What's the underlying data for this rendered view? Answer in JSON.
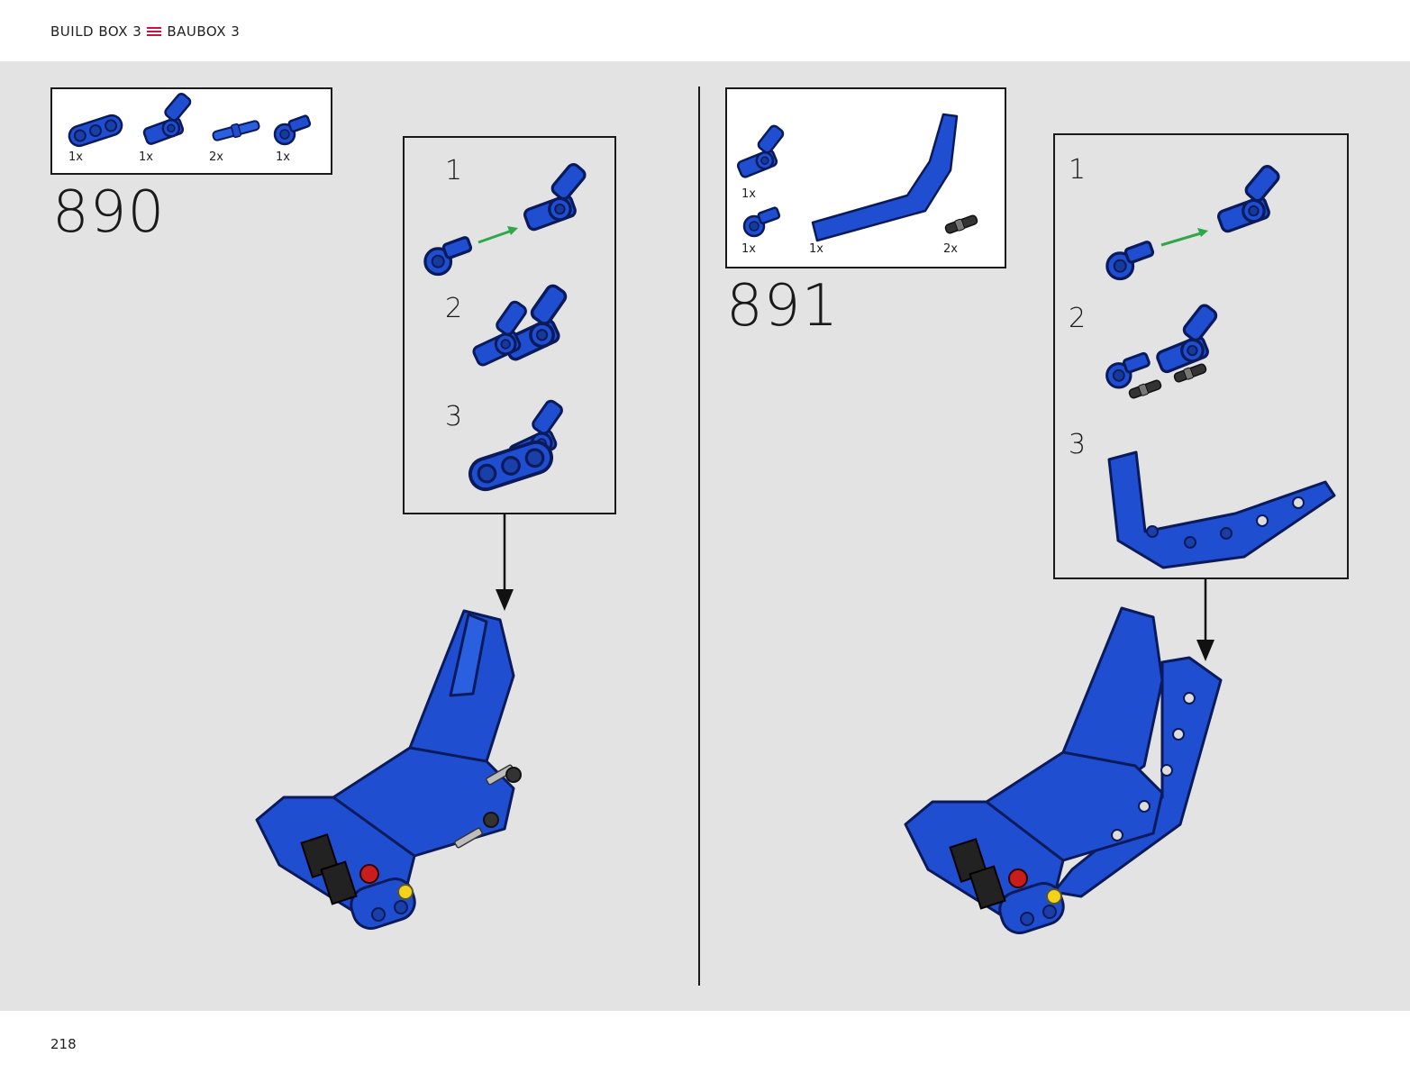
{
  "header": {
    "left_label": "BUILD BOX 3",
    "right_label": "BAUBOX 3",
    "icon": "menu-icon"
  },
  "steps": [
    {
      "number": "890",
      "parts": [
        {
          "qty": "1x",
          "part": "blue-beam-3-hole-icon"
        },
        {
          "qty": "1x",
          "part": "blue-angle-connector-icon"
        },
        {
          "qty": "2x",
          "part": "blue-axle-pin-icon"
        },
        {
          "qty": "1x",
          "part": "blue-pin-connector-icon"
        }
      ],
      "substeps": [
        "1",
        "2",
        "3"
      ]
    },
    {
      "number": "891",
      "parts": [
        {
          "qty": "1x",
          "part": "blue-angle-connector-icon"
        },
        {
          "qty": "1x",
          "part": "blue-pin-connector-icon"
        },
        {
          "qty": "1x",
          "part": "blue-bent-beam-icon"
        },
        {
          "qty": "2x",
          "part": "black-pin-icon"
        }
      ],
      "substeps": [
        "1",
        "2",
        "3"
      ]
    }
  ],
  "footer": {
    "page_number": "218"
  },
  "colors": {
    "brand_red": "#d0103a",
    "part_blue": "#1f4fd0",
    "background": "#e3e3e3",
    "arrow_green": "#2ea84a"
  }
}
